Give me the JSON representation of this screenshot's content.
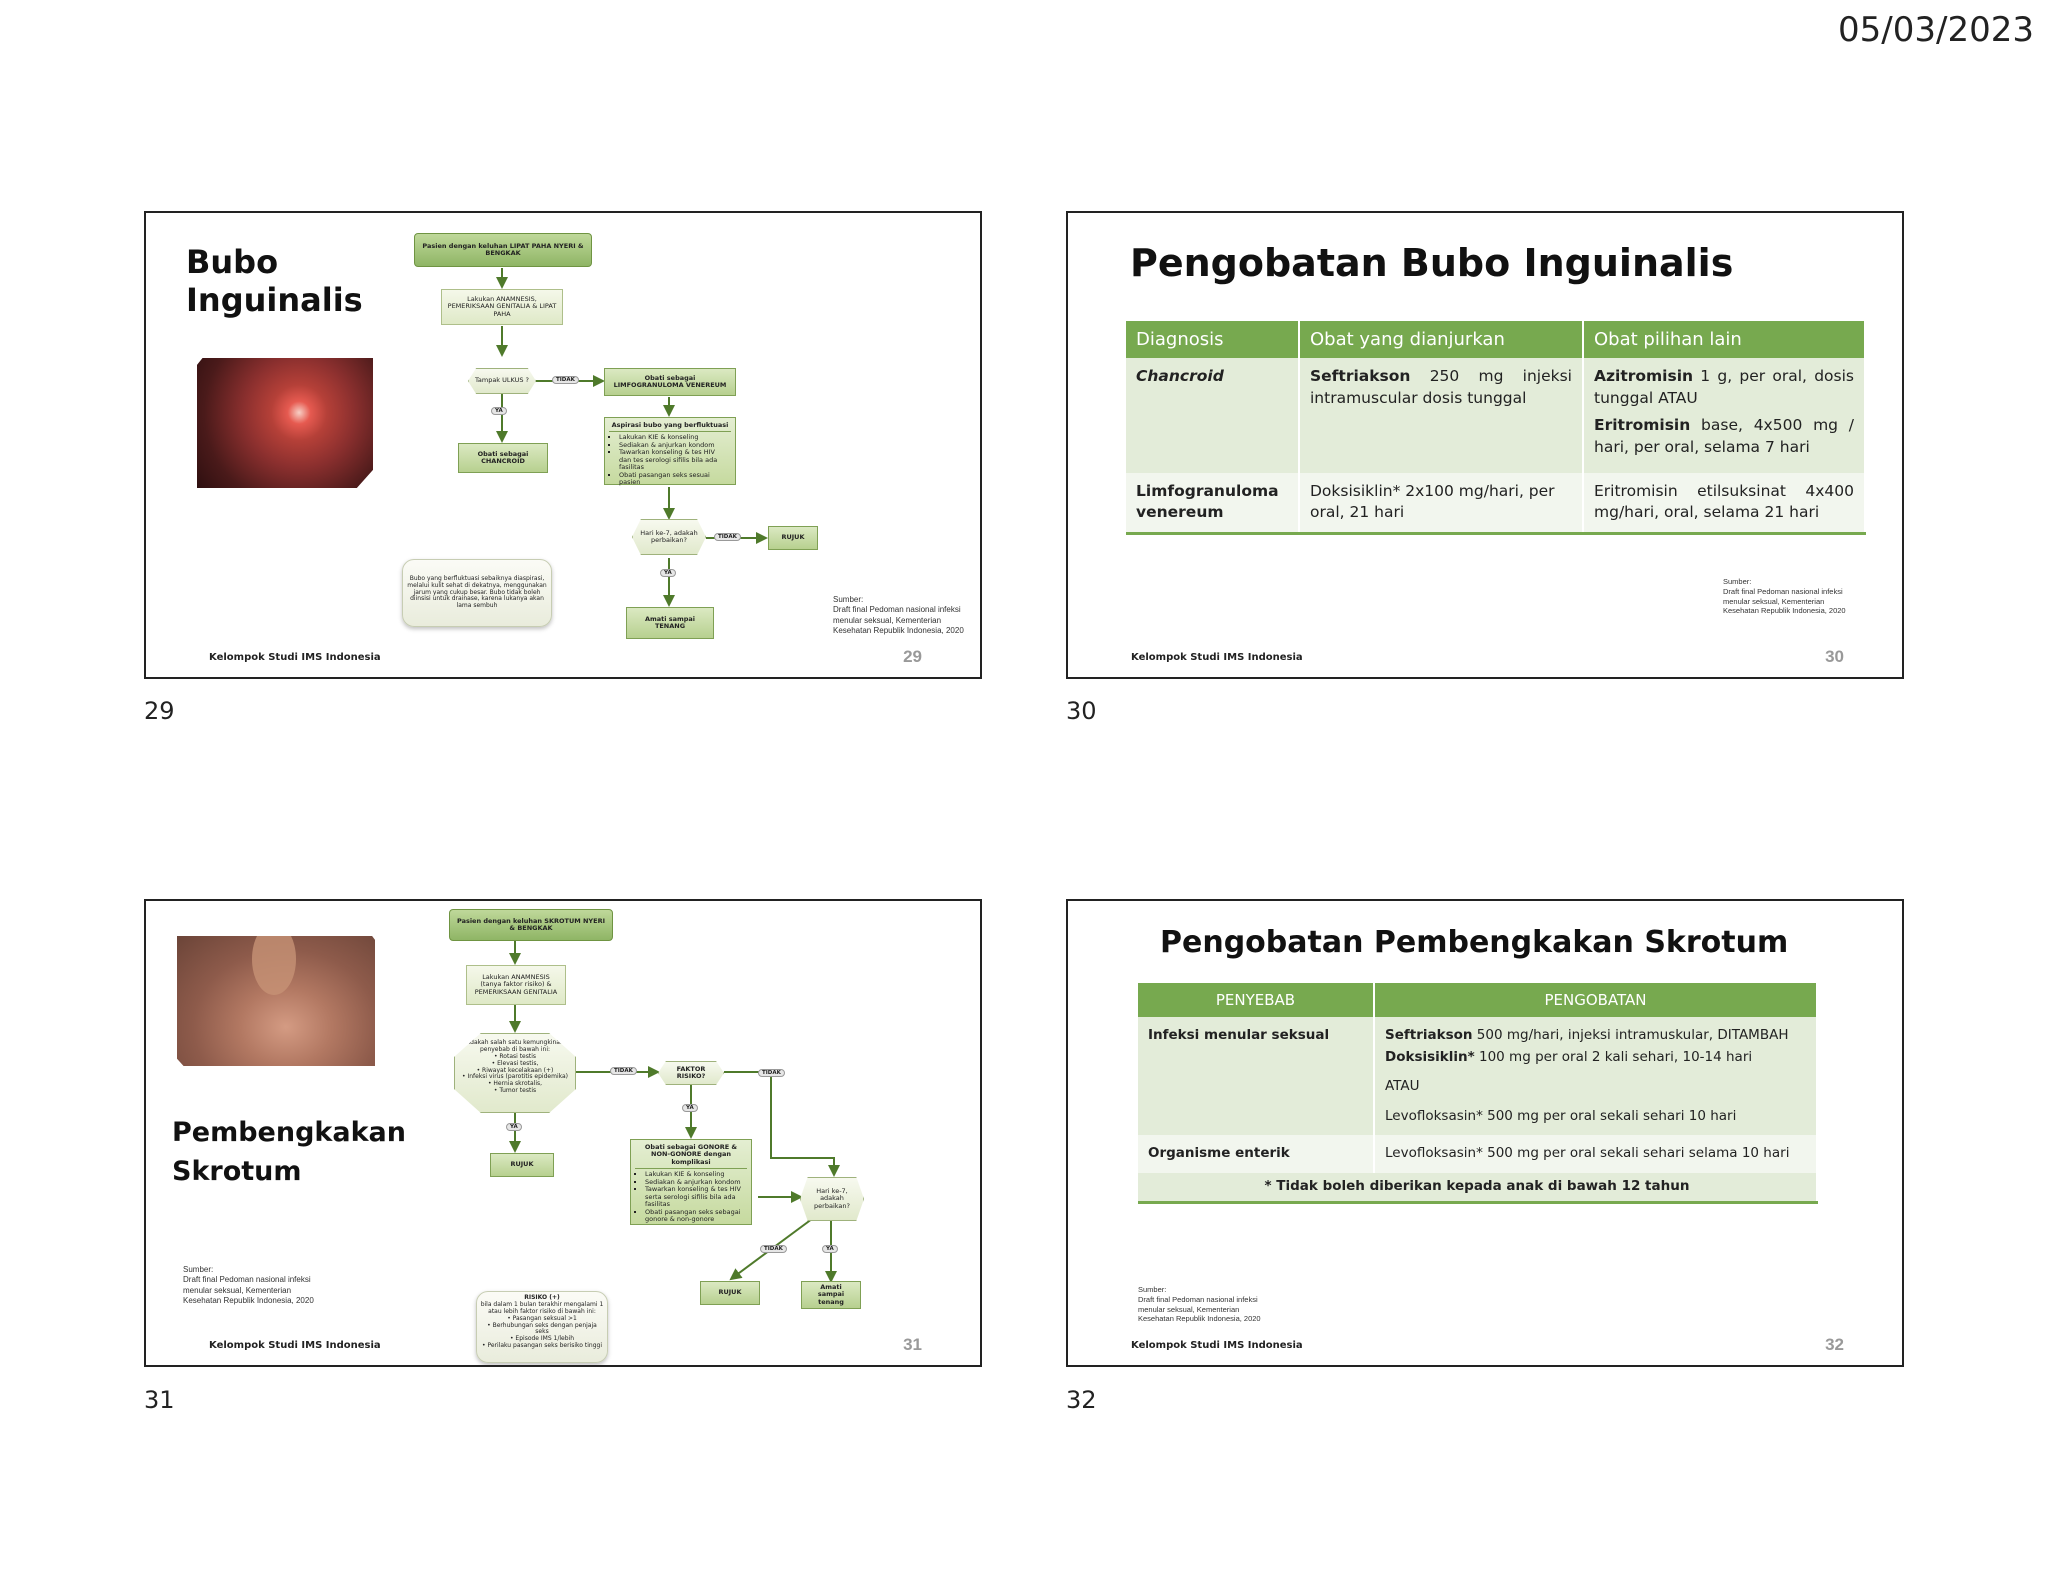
{
  "header": {
    "date": "05/03/2023"
  },
  "page_numbers": [
    "29",
    "30",
    "31",
    "32"
  ],
  "footer_text": "Kelompok Studi IMS Indonesia",
  "source": [
    "Sumber:",
    "Draft final Pedoman nasional infeksi",
    "menular seksual, Kementerian",
    "Kesehatan Republik Indonesia, 2020"
  ],
  "s29": {
    "title_line1": "Bubo",
    "title_line2": "Inguinalis",
    "slide_number": "29",
    "flow": {
      "start": "Pasien dengan keluhan LIPAT PAHA NYERI & BENGKAK",
      "step1": "Lakukan ANAMNESIS, PEMERIKSAAN GENITALIA & LIPAT PAHA",
      "q1": "Tampak ULKUS ?",
      "tidak": "TIDAK",
      "ya": "YA",
      "lgv": "Obati sebagai LIMFOGRANULOMA VENEREUM",
      "chancroid": "Obati sebagai CHANCROID",
      "aspirasi_title": "Aspirasi bubo yang berfluktuasi",
      "aspirasi_items": [
        "Lakukan KIE & konseling",
        "Sediakan & anjurkan kondom",
        "Tawarkan konseling & tes HIV dan tes serologi sifilis bila ada fasilitas",
        "Obati pasangan seks sesuai pasien"
      ],
      "q2": "Hari ke-7, adakah perbaikan?",
      "rujuk": "RUJUK",
      "amati": "Amati sampai TENANG",
      "note": "Bubo yang berfluktuasi sebaiknya diaspirasi, melalui kulit sehat di dekatnya, menggunakan jarum yang cukup besar. Bubo tidak boleh diinsisi untuk drainase, karena lukanya akan lama sembuh"
    }
  },
  "s30": {
    "title": "Pengobatan Bubo Inguinalis",
    "slide_number": "30",
    "headers": [
      "Diagnosis",
      "Obat yang dianjurkan",
      "Obat pilihan lain"
    ],
    "row1": {
      "diagnosis": "Chancroid",
      "rec_drug": "Seftriakson",
      "rec_rest": " 250 mg injeksi intramuscular dosis tunggal",
      "alt1_drug": "Azitromisin",
      "alt1_rest": " 1 g, per oral, dosis tunggal ATAU",
      "alt2_drug": "Eritromisin",
      "alt2_rest": " base, 4x500 mg / hari, per oral, selama 7 hari"
    },
    "row2": {
      "diagnosis": "Limfogranuloma venereum",
      "rec": "Doksisiklin* 2x100 mg/hari, per oral, 21 hari",
      "alt": "Eritromisin etilsuksinat 4x400 mg/hari, oral, selama 21 hari"
    }
  },
  "s31": {
    "title_line1": "Pembengkakan",
    "title_line2": "Skrotum",
    "slide_number": "31",
    "flow": {
      "start": "Pasien dengan keluhan SKROTUM NYERI & BENGKAK",
      "step1": "Lakukan ANAMNESIS (tanya faktor risiko) & PEMERIKSAAN GENITALIA",
      "q1_title": "Adakah salah satu kemungkinan penyebab di bawah ini:",
      "q1_items": [
        "Rotasi testis",
        "Elevasi testis,",
        "Riwayat kecelakaan (+)",
        "Infeksi virus (parotitis epidemika)",
        "Hernia skrotalis,",
        "Tumor testis"
      ],
      "tidak": "TIDAK",
      "ya": "YA",
      "faktor": "FAKTOR RISIKO?",
      "rujuk": "RUJUK",
      "obati_title": "Obati sebagai GONORE & NON-GONORE dengan komplikasi",
      "obati_items": [
        "Lakukan KIE & konseling",
        "Sediakan & anjurkan kondom",
        "Tawarkan konseling & tes HIV serta serologi sifilis bila ada fasilitas",
        "Obati pasangan seks sebagai gonore & non-gonore"
      ],
      "q2": "Hari ke-7, adakah perbaikan?",
      "amati": "Amati sampai tenang",
      "risiko_title": "RISIKO (+)",
      "risiko_sub": "bila dalam 1 bulan terakhir mengalami 1 atau lebih faktor risiko di bawah ini:",
      "risiko_items": [
        "Pasangan seksual >1",
        "Berhubungan seks dengan penjaja seks",
        "Episode IMS 1/lebih",
        "Perilaku pasangan seks berisiko tinggi"
      ]
    }
  },
  "s32": {
    "title": "Pengobatan Pembengkakan Skrotum",
    "slide_number": "32",
    "headers": [
      "PENYEBAB",
      "PENGOBATAN"
    ],
    "row1": {
      "cause": "Infeksi menular seksual",
      "drug1": "Seftriakson",
      "drug1_rest": " 500 mg/hari, injeksi intramuskular, DITAMBAH ",
      "drug2": "Doksisiklin*",
      "drug2_rest": " 100 mg per oral 2 kali sehari, 10-14 hari",
      "atau": "ATAU",
      "alt": "Levofloksasin* 500 mg per oral sekali sehari 10 hari"
    },
    "row2": {
      "cause": "Organisme enterik",
      "treatment": "Levofloksasin* 500 mg per oral sekali sehari selama 10 hari"
    },
    "note": "* Tidak boleh diberikan kepada anak di bawah 12 tahun"
  }
}
